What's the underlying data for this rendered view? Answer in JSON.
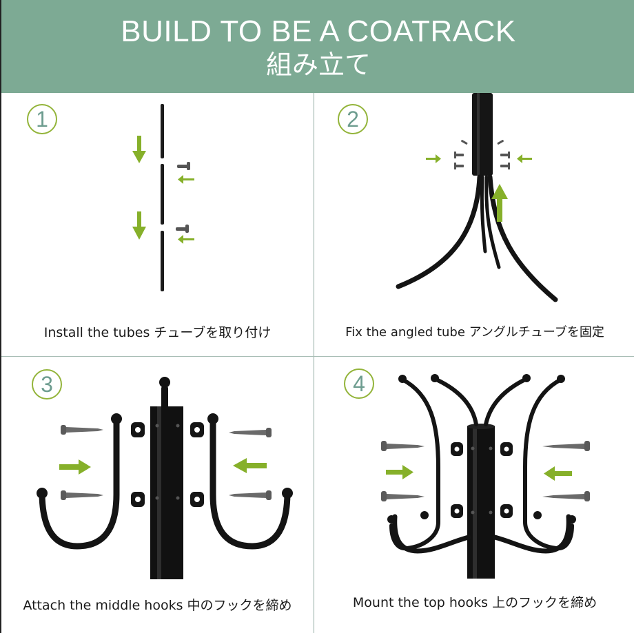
{
  "header": {
    "title": "BUILD TO BE A COATRACK",
    "subtitle": "組み立て",
    "background_color": "#7daa94"
  },
  "accent_colors": {
    "arrow_green": "#86b02a",
    "number_circle": "#93b43a",
    "number_text": "#6e9d90"
  },
  "steps": [
    {
      "number": "1",
      "caption": "Install the tubes チューブを取り付け",
      "icon": "tube-assembly-illustration"
    },
    {
      "number": "2",
      "caption": "Fix the angled tube アングルチューブを固定",
      "icon": "angled-legs-illustration"
    },
    {
      "number": "3",
      "caption": "Attach the middle hooks 中のフックを締め",
      "icon": "middle-hooks-illustration"
    },
    {
      "number": "4",
      "caption": "Mount the top hooks 上のフックを締め",
      "icon": "top-hooks-illustration"
    }
  ]
}
